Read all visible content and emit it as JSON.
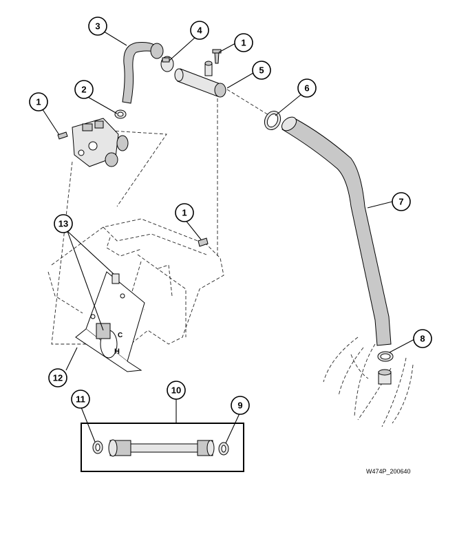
{
  "drawing_code": "W474P_200640",
  "callouts": [
    {
      "id": "c1a",
      "label": "1"
    },
    {
      "id": "c1b",
      "label": "1"
    },
    {
      "id": "c1c",
      "label": "1"
    },
    {
      "id": "c2",
      "label": "2"
    },
    {
      "id": "c3",
      "label": "3"
    },
    {
      "id": "c4",
      "label": "4"
    },
    {
      "id": "c5",
      "label": "5"
    },
    {
      "id": "c6",
      "label": "6"
    },
    {
      "id": "c7",
      "label": "7"
    },
    {
      "id": "c8",
      "label": "8"
    },
    {
      "id": "c9",
      "label": "9"
    },
    {
      "id": "c10",
      "label": "10"
    },
    {
      "id": "c11",
      "label": "11"
    },
    {
      "id": "c12",
      "label": "12"
    },
    {
      "id": "c13",
      "label": "13"
    }
  ],
  "plate_letters": {
    "hot": "H",
    "cold": "C"
  }
}
